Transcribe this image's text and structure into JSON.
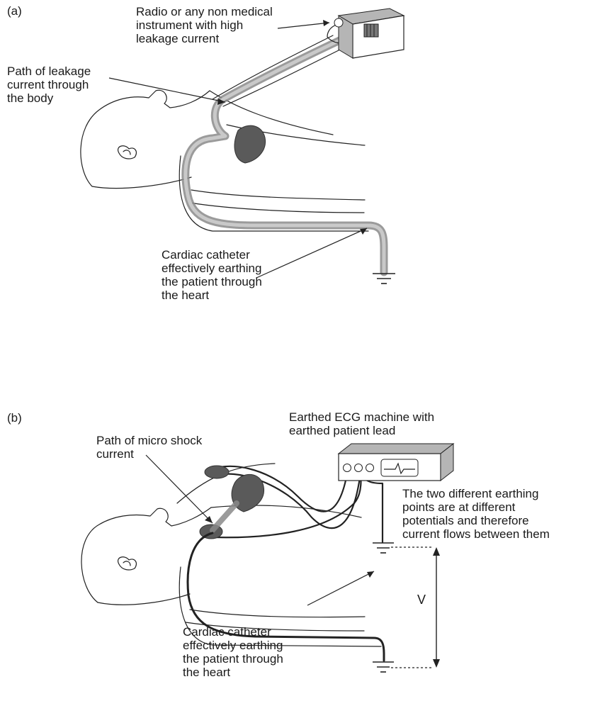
{
  "panel_a": {
    "tag": "(a)",
    "label_radio": "Radio or any non medical\ninstrument with high\nleakage current",
    "label_path": "Path of leakage\ncurrent through\nthe body",
    "label_catheter": "Cardiac catheter\neffectively earthing\nthe patient through\nthe heart"
  },
  "panel_b": {
    "tag": "(b)",
    "label_ecg": "Earthed ECG machine with\nearthed patient lead",
    "label_micro": "Path of micro shock\ncurrent",
    "label_points": "The two different earthing\npoints are at different\npotentials and therefore\ncurrent flows between them",
    "label_voltage": "V",
    "label_catheter": "Cardiac catheter\neffectively earthing\nthe patient through\nthe heart"
  }
}
